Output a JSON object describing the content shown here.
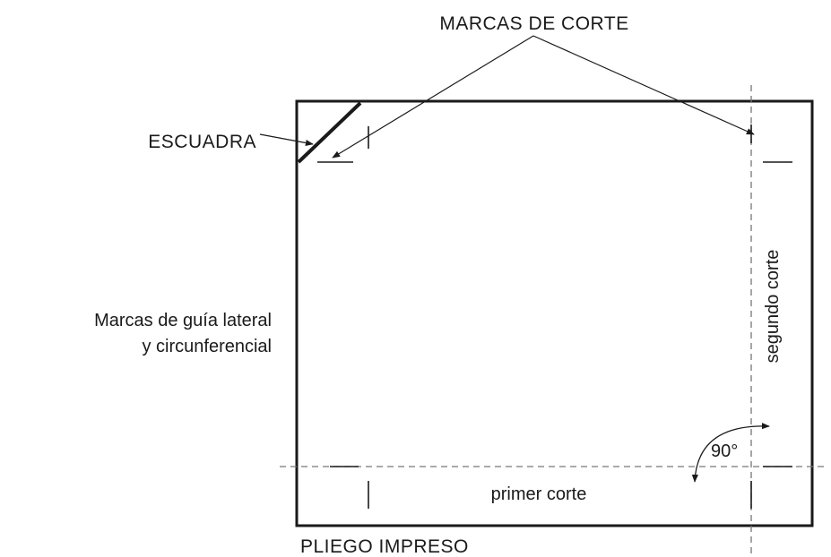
{
  "labels": {
    "cut_marks": "MARCAS DE CORTE",
    "square": "ESCUADRA",
    "guide_marks_line1": "Marcas de guía lateral",
    "guide_marks_line2": "y circunferencial",
    "second_cut": "segundo corte",
    "first_cut": "primer corte",
    "angle": "90°",
    "printed_sheet": "PLIEGO IMPRESO"
  },
  "colors": {
    "ink": "#1a1a1a",
    "dashed": "#777777",
    "background": "#ffffff"
  }
}
